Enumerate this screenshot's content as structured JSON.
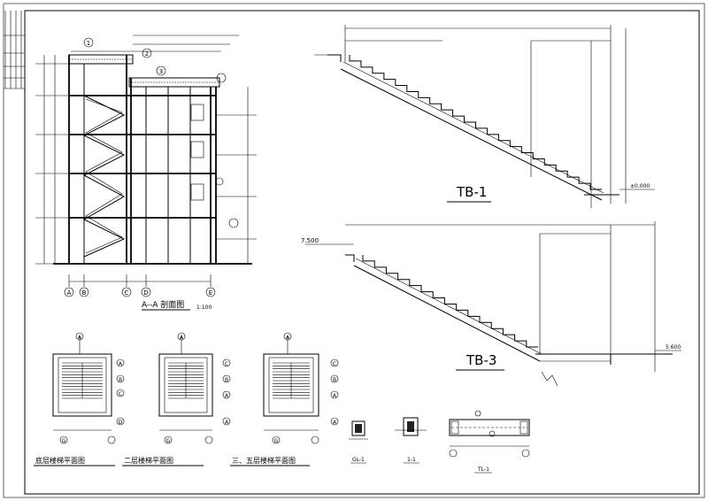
{
  "section_view": {
    "title": "A--A 剖面图",
    "scale": "1:100",
    "axes": [
      "A",
      "B",
      "C",
      "D",
      "E"
    ],
    "callouts": [
      "1",
      "2",
      "3"
    ]
  },
  "stair_tb1": {
    "label": "TB-1",
    "elevation": "±0.000"
  },
  "stair_tb3": {
    "label": "TB-3",
    "start_mark": "7.500",
    "end_mark": "5.600"
  },
  "plans": [
    {
      "title": "底层楼梯平面图",
      "axes": [
        "A",
        "B",
        "C",
        "D"
      ],
      "bottom_axis": "G",
      "top_axis": "A"
    },
    {
      "title": "二层楼梯平面图",
      "axes": [
        "C",
        "B",
        "A",
        "A"
      ],
      "bottom_axis": "G",
      "top_axis": "A"
    },
    {
      "title": "三、五层楼梯平面图",
      "axes": [
        "C",
        "B",
        "A",
        "A"
      ],
      "bottom_axis": "G",
      "top_axis": "A"
    }
  ],
  "details": [
    {
      "label": "GL-1"
    },
    {
      "label": "1-1"
    },
    {
      "label": "TL-1"
    }
  ]
}
